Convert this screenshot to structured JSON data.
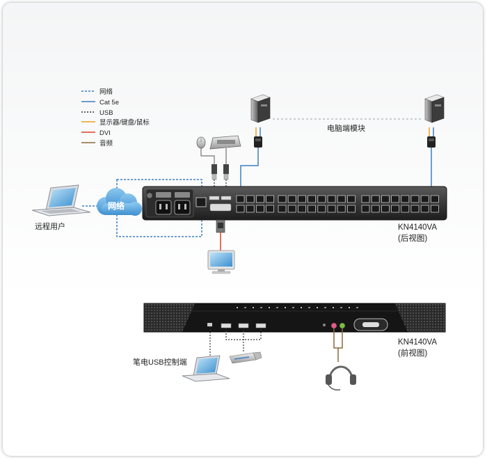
{
  "legend": [
    {
      "label": "网络",
      "color": "#3b7fc4",
      "dash": "3,2"
    },
    {
      "label": "Cat 5e",
      "color": "#3b7fc4",
      "dash": ""
    },
    {
      "label": "USB",
      "color": "#333333",
      "dash": "2,2"
    },
    {
      "label": "显示器/键盘/鼠标",
      "color": "#f0a020",
      "dash": ""
    },
    {
      "label": "DVI",
      "color": "#e0402a",
      "dash": ""
    },
    {
      "label": "音频",
      "color": "#8a6a3a",
      "dash": ""
    }
  ],
  "labels": {
    "network_cloud": "网络",
    "remote_user": "远程用户",
    "computer_module": "电脑端模块",
    "rear_model": "KN4140VA",
    "rear_view": "(后视图)",
    "front_model": "KN4140VA",
    "front_view": "(前视图)",
    "laptop_usb": "笔电USB控制端"
  }
}
